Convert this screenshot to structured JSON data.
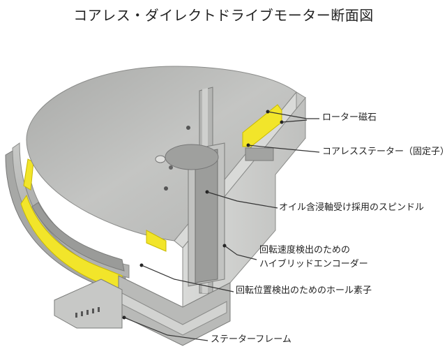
{
  "title": "コアレス・ダイレクトドライブモーター断面図",
  "labels": {
    "rotor_magnet": "ローター磁石",
    "coreless_stator": "コアレスステーター（固定子）",
    "spindle": "オイル含浸軸受け採用のスピンドル",
    "encoder_line1": "回転速度検出のための",
    "encoder_line2": "ハイブリッドエンコーダー",
    "hall_element": "回転位置検出のためのホール素子",
    "stator_frame": "ステーターフレーム"
  },
  "colors": {
    "body_gray": "#b9bab8",
    "light_gray": "#d6d6d4",
    "dark_gray": "#8e8f8d",
    "magnet_yellow": "#f2e52a",
    "line": "#333333"
  }
}
